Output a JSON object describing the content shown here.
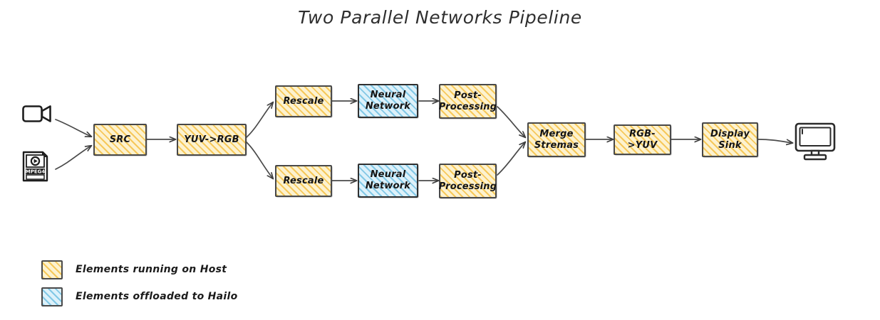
{
  "title": "Two Parallel Networks Pipeline",
  "colors": {
    "host_fill": "#fdf2cf",
    "host_hatch": "#f5c146",
    "hailo_fill": "#ddf1fa",
    "hailo_hatch": "#78c4e4",
    "stroke": "#3b3b3b",
    "background": "#ffffff"
  },
  "sources": [
    {
      "id": "camera",
      "icon": "video-camera-icon",
      "label": ""
    },
    {
      "id": "video-file",
      "icon": "mpeg4-file-icon",
      "label": "MPEG4"
    }
  ],
  "nodes": [
    {
      "id": "src",
      "label": "SRC",
      "group": "host"
    },
    {
      "id": "yuv-to-rgb",
      "label": "YUV->RGB",
      "group": "host"
    },
    {
      "id": "rescale-top",
      "label": "Rescale",
      "group": "host"
    },
    {
      "id": "neural-net-top",
      "label": "Neural\nNetwork",
      "group": "hailo"
    },
    {
      "id": "post-proc-top",
      "label": "Post-\nProcessing",
      "group": "host"
    },
    {
      "id": "rescale-bottom",
      "label": "Rescale",
      "group": "host"
    },
    {
      "id": "neural-net-bottom",
      "label": "Neural\nNetwork",
      "group": "hailo"
    },
    {
      "id": "post-proc-bottom",
      "label": "Post-\nProcessing",
      "group": "host"
    },
    {
      "id": "merge-streams",
      "label": "Merge\nStremas",
      "group": "host"
    },
    {
      "id": "rgb-to-yuv",
      "label": "RGB->YUV",
      "group": "host"
    },
    {
      "id": "display-sink",
      "label": "Display\nSink",
      "group": "host"
    }
  ],
  "sink": {
    "id": "monitor",
    "icon": "monitor-icon"
  },
  "legend": {
    "items": [
      {
        "id": "host",
        "swatch": "host",
        "label": "Elements running on Host"
      },
      {
        "id": "hailo",
        "swatch": "hailo",
        "label": "Elements offloaded to Hailo"
      }
    ]
  }
}
